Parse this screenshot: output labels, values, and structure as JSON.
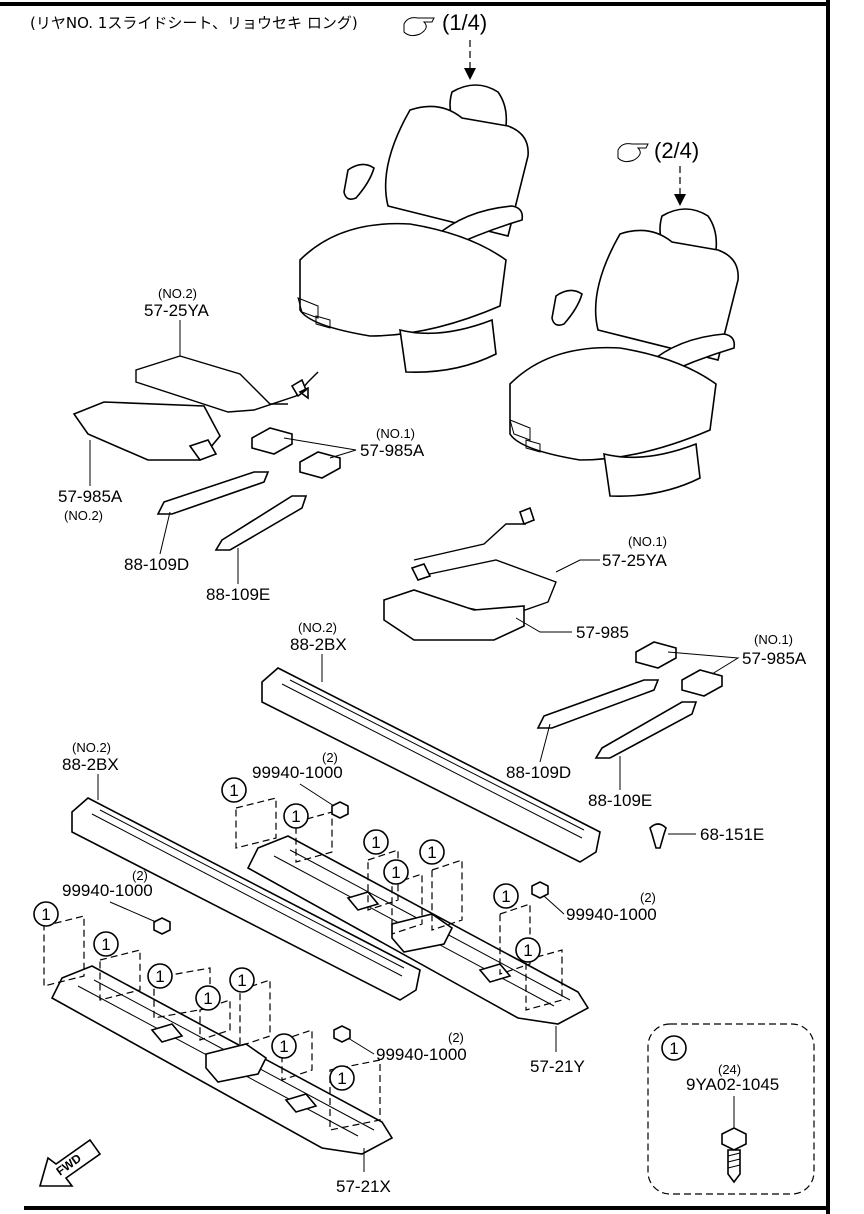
{
  "title": "(リヤNO. 1スライドシート、リョウセキ ロング)",
  "refs": {
    "seat1": "(1/4)",
    "seat2": "(2/4)"
  },
  "labels": {
    "no2_a": "(NO.2)",
    "p_57_25YA_a": "57-25YA",
    "no1_a": "(NO.1)",
    "p_57_985A_a": "57-985A",
    "p_57_985A_b": "57-985A",
    "no2_b": "(NO.2)",
    "p_88_109D_a": "88-109D",
    "p_88_109E_a": "88-109E",
    "no1_b": "(NO.1)",
    "p_57_25YA_b": "57-25YA",
    "p_57_985": "57-985",
    "no1_c": "(NO.1)",
    "p_57_985A_c": "57-985A",
    "no2_c": "(NO.2)",
    "p_88_2BX_a": "88-2BX",
    "p_88_109D_b": "88-109D",
    "p_88_109E_b": "88-109E",
    "p_68_151E": "68-151E",
    "no2_d": "(NO.2)",
    "p_88_2BX_b": "88-2BX",
    "q2_a": "(2)",
    "p_99940_a": "99940-1000",
    "q2_b": "(2)",
    "p_99940_b": "99940-1000",
    "q2_c": "(2)",
    "p_99940_c": "99940-1000",
    "q2_d": "(2)",
    "p_99940_d": "99940-1000",
    "p_57_21Y": "57-21Y",
    "p_57_21X": "57-21X",
    "q24": "(24)",
    "p_9YA02": "9YA02-1045",
    "callout": "1",
    "fwd": "FWD"
  }
}
